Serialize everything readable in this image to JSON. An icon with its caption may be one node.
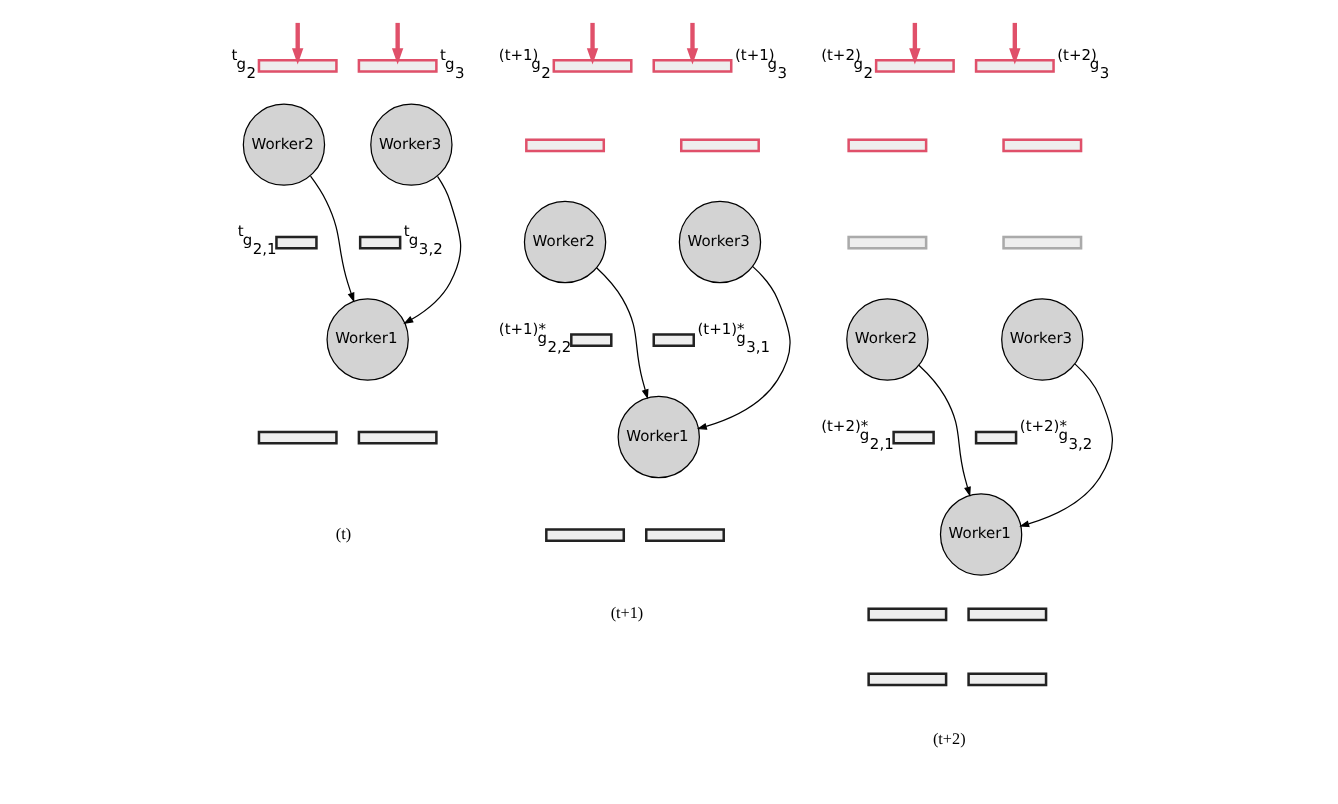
{
  "diagram": {
    "nodes": [
      {
        "text": [],
        "shape": "bar",
        "beside": [
          "$^{t}$g$_{2}$"
        ]
      },
      {
        "text": [],
        "shape": "bar",
        "beside": [
          "$^{t}$g$_{3}$"
        ]
      },
      {
        "text": [
          "Worker2"
        ]
      },
      {
        "text": [
          "Worker3"
        ]
      },
      {
        "text": [],
        "shape": "bar",
        "beside": [
          "$^{t}$g$_{2,1}$"
        ]
      },
      {
        "text": [],
        "shape": "bar",
        "beside": [
          "$^{t}$g$_{3,2}$"
        ]
      },
      {
        "text": [
          "Worker1"
        ]
      },
      {
        "text": [],
        "shape": "bar"
      },
      {
        "text": [],
        "shape": "bar"
      },
      {
        "text": [],
        "shape": "bar",
        "beside": [
          "$^{(t+1)}$g$_{2}$"
        ]
      },
      {
        "text": [],
        "shape": "bar",
        "beside": [
          "$^{(t+1)}$g$_{3}$"
        ]
      },
      {
        "text": [],
        "shape": "bar"
      },
      {
        "text": [],
        "shape": "bar"
      },
      {
        "text": [
          "Worker2"
        ]
      },
      {
        "text": [
          "Worker3"
        ]
      },
      {
        "text": [],
        "shape": "bar",
        "beside": [
          "$^{(t+1)*}$g$_{2,2}$"
        ]
      },
      {
        "text": [],
        "shape": "bar",
        "beside": [
          "$^{(t+1)*}$g$_{3,1}$"
        ]
      },
      {
        "text": [
          "Worker1"
        ]
      },
      {
        "text": [],
        "shape": "bar"
      },
      {
        "text": [],
        "shape": "bar"
      },
      {
        "text": [],
        "shape": "bar",
        "beside": [
          "$^{(t+2)}$g$_{2}$"
        ]
      },
      {
        "text": [],
        "shape": "bar",
        "beside": [
          "$^{(t+2)}$g$_{3}$"
        ]
      },
      {
        "text": [],
        "shape": "bar"
      },
      {
        "text": [],
        "shape": "bar"
      },
      {
        "text": [],
        "shape": "bar"
      },
      {
        "text": [],
        "shape": "bar"
      },
      {
        "text": [
          "Worker2"
        ]
      },
      {
        "text": [
          "Worker3"
        ]
      },
      {
        "text": [],
        "shape": "bar",
        "beside": [
          "$^{(t+2)*}$g$_{2,1}$"
        ]
      },
      {
        "text": [],
        "shape": "bar",
        "beside": [
          "$^{(t+2)*}$g$_{3,2}$"
        ]
      },
      {
        "text": [
          "Worker1"
        ]
      },
      {
        "text": [],
        "shape": "bar"
      },
      {
        "text": [],
        "shape": "bar"
      },
      {
        "text": [],
        "shape": "bar"
      },
      {
        "text": [],
        "shape": "bar"
      }
    ],
    "edges": [
      {
        "from": null,
        "to": 0,
        "arrow": "to",
        "style": "thick",
        "color": "#e0506a"
      },
      {
        "from": null,
        "to": 1,
        "arrow": "to",
        "style": "thick",
        "color": "#e0506a"
      },
      {
        "from": 2,
        "to": 6,
        "arrow": "to",
        "color": "#000000"
      },
      {
        "from": 3,
        "to": 6,
        "arrow": "to",
        "color": "#000000"
      },
      {
        "from": null,
        "to": 9,
        "arrow": "to",
        "style": "thick",
        "color": "#e0506a"
      },
      {
        "from": null,
        "to": 10,
        "arrow": "to",
        "style": "thick",
        "color": "#e0506a"
      },
      {
        "from": 13,
        "to": 17,
        "arrow": "to",
        "color": "#000000"
      },
      {
        "from": 14,
        "to": 17,
        "arrow": "to",
        "color": "#000000"
      },
      {
        "from": null,
        "to": 20,
        "arrow": "to",
        "style": "thick",
        "color": "#e0506a"
      },
      {
        "from": null,
        "to": 21,
        "arrow": "to",
        "style": "thick",
        "color": "#e0506a"
      },
      {
        "from": 26,
        "to": 30,
        "arrow": "to",
        "color": "#000000"
      },
      {
        "from": 27,
        "to": 30,
        "arrow": "to",
        "color": "#000000"
      }
    ],
    "labels": [
      "(t)",
      "(t+1)",
      "(t+2)"
    ]
  }
}
